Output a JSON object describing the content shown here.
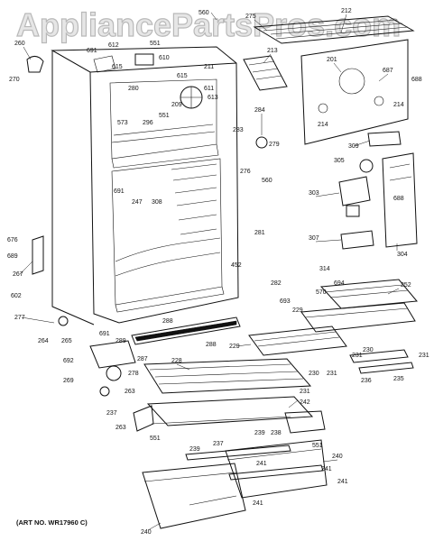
{
  "watermark": "AppliancePartsPros.com",
  "art_number": "(ART NO. WR17960 C)",
  "callouts": [
    {
      "id": "c560a",
      "label": "560"
    },
    {
      "id": "c275",
      "label": "275"
    },
    {
      "id": "c212",
      "label": "212"
    },
    {
      "id": "c260",
      "label": "260"
    },
    {
      "id": "c691a",
      "label": "691"
    },
    {
      "id": "c612",
      "label": "612"
    },
    {
      "id": "c551a",
      "label": "551"
    },
    {
      "id": "c213",
      "label": "213"
    },
    {
      "id": "c201",
      "label": "201"
    },
    {
      "id": "c610",
      "label": "610"
    },
    {
      "id": "c615a",
      "label": "615"
    },
    {
      "id": "c615b",
      "label": "615"
    },
    {
      "id": "c211",
      "label": "211"
    },
    {
      "id": "c687",
      "label": "687"
    },
    {
      "id": "c688a",
      "label": "688"
    },
    {
      "id": "c270",
      "label": "270"
    },
    {
      "id": "c280",
      "label": "280"
    },
    {
      "id": "c611",
      "label": "611"
    },
    {
      "id": "c209",
      "label": "209"
    },
    {
      "id": "c613",
      "label": "613"
    },
    {
      "id": "c573",
      "label": "573"
    },
    {
      "id": "c551b",
      "label": "551"
    },
    {
      "id": "c296",
      "label": "296"
    },
    {
      "id": "c284",
      "label": "284"
    },
    {
      "id": "c214a",
      "label": "214"
    },
    {
      "id": "c214b",
      "label": "214"
    },
    {
      "id": "c283",
      "label": "283"
    },
    {
      "id": "c279",
      "label": "279"
    },
    {
      "id": "c309",
      "label": "309"
    },
    {
      "id": "c276",
      "label": "276"
    },
    {
      "id": "c305",
      "label": "305"
    },
    {
      "id": "c560b",
      "label": "560"
    },
    {
      "id": "c691b",
      "label": "691"
    },
    {
      "id": "c247",
      "label": "247"
    },
    {
      "id": "c308",
      "label": "308"
    },
    {
      "id": "c303",
      "label": "303"
    },
    {
      "id": "c688b",
      "label": "688"
    },
    {
      "id": "c676",
      "label": "676"
    },
    {
      "id": "c689a",
      "label": "689"
    },
    {
      "id": "c267",
      "label": "267"
    },
    {
      "id": "c281",
      "label": "281"
    },
    {
      "id": "c307",
      "label": "307"
    },
    {
      "id": "c304",
      "label": "304"
    },
    {
      "id": "c452",
      "label": "452"
    },
    {
      "id": "c314",
      "label": "314"
    },
    {
      "id": "c282",
      "label": "282"
    },
    {
      "id": "c694",
      "label": "694"
    },
    {
      "id": "c252",
      "label": "252"
    },
    {
      "id": "c570",
      "label": "570"
    },
    {
      "id": "c602",
      "label": "602"
    },
    {
      "id": "c693",
      "label": "693"
    },
    {
      "id": "c277",
      "label": "277"
    },
    {
      "id": "c229a",
      "label": "229"
    },
    {
      "id": "c288a",
      "label": "288"
    },
    {
      "id": "c264",
      "label": "264"
    },
    {
      "id": "c265",
      "label": "265"
    },
    {
      "id": "c691c",
      "label": "691"
    },
    {
      "id": "c289",
      "label": "289"
    },
    {
      "id": "c288b",
      "label": "288"
    },
    {
      "id": "c229b",
      "label": "229"
    },
    {
      "id": "c230a",
      "label": "230"
    },
    {
      "id": "c230b",
      "label": "230"
    },
    {
      "id": "c231a",
      "label": "231"
    },
    {
      "id": "c231b",
      "label": "231"
    },
    {
      "id": "c231c",
      "label": "231"
    },
    {
      "id": "c692",
      "label": "692"
    },
    {
      "id": "c287",
      "label": "287"
    },
    {
      "id": "c278",
      "label": "278"
    },
    {
      "id": "c236",
      "label": "236"
    },
    {
      "id": "c235",
      "label": "235"
    },
    {
      "id": "c269",
      "label": "269"
    },
    {
      "id": "c228",
      "label": "228"
    },
    {
      "id": "c263a",
      "label": "263"
    },
    {
      "id": "c231d",
      "label": "231"
    },
    {
      "id": "c242",
      "label": "242"
    },
    {
      "id": "c237a",
      "label": "237"
    },
    {
      "id": "c263b",
      "label": "263"
    },
    {
      "id": "c239a",
      "label": "239"
    },
    {
      "id": "c238",
      "label": "238"
    },
    {
      "id": "c551c",
      "label": "551"
    },
    {
      "id": "c237b",
      "label": "237"
    },
    {
      "id": "c551d",
      "label": "551"
    },
    {
      "id": "c239b",
      "label": "239"
    },
    {
      "id": "c241a",
      "label": "241"
    },
    {
      "id": "c240a",
      "label": "240"
    },
    {
      "id": "c241b",
      "label": "241"
    },
    {
      "id": "c241c",
      "label": "241"
    },
    {
      "id": "c241d",
      "label": "241"
    },
    {
      "id": "c240b",
      "label": "240"
    }
  ]
}
